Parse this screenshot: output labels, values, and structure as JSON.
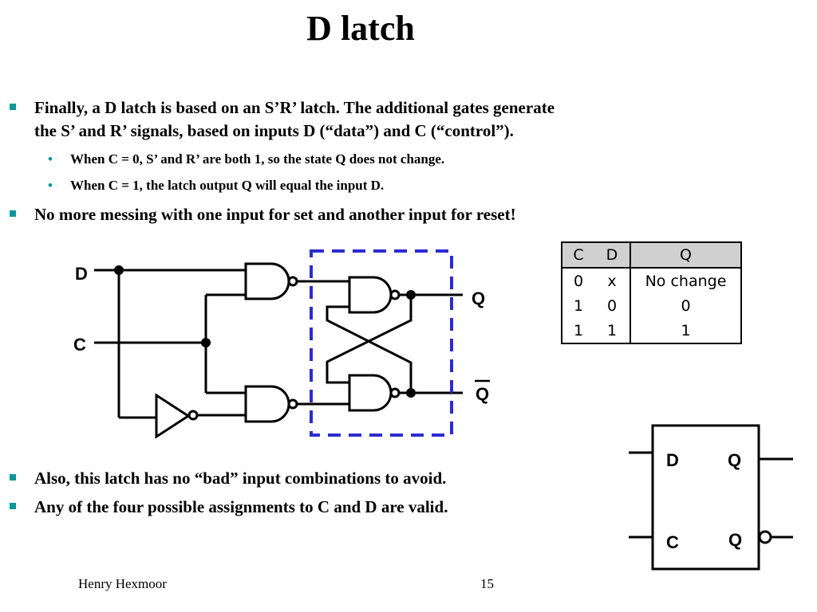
{
  "title": "D latch",
  "bullets": {
    "b1_line1": "Finally, a D latch is based on an S’R’ latch. The additional gates generate",
    "b1_line2": "the S’ and R’ signals, based on inputs D (“data”) and C (“control”).",
    "sub1": "When C = 0, S’ and R’ are both 1, so the state Q does not change.",
    "sub2": "When C = 1, the latch output Q will equal the input D.",
    "b2": "No more messing with one input for set and another input for reset!",
    "b3": "Also, this latch has no “bad” input combinations to avoid.",
    "b4": "Any of the four possible assignments to C and D are valid."
  },
  "circuit": {
    "input_d": "D",
    "input_c": "C",
    "output_q": "Q",
    "output_q_bar": "Q"
  },
  "truth_table": {
    "headers": [
      "C",
      "D",
      "Q"
    ],
    "rows": [
      [
        "0",
        "x",
        "No change"
      ],
      [
        "1",
        "0",
        "0"
      ],
      [
        "1",
        "1",
        "1"
      ]
    ]
  },
  "symbol": {
    "d": "D",
    "c": "C",
    "q": "Q",
    "q_bar": "Q"
  },
  "footer": {
    "author": "Henry Hexmoor",
    "page": "15"
  },
  "colors": {
    "bullet": "#009999",
    "dashed_box": "#2b2bd4"
  }
}
